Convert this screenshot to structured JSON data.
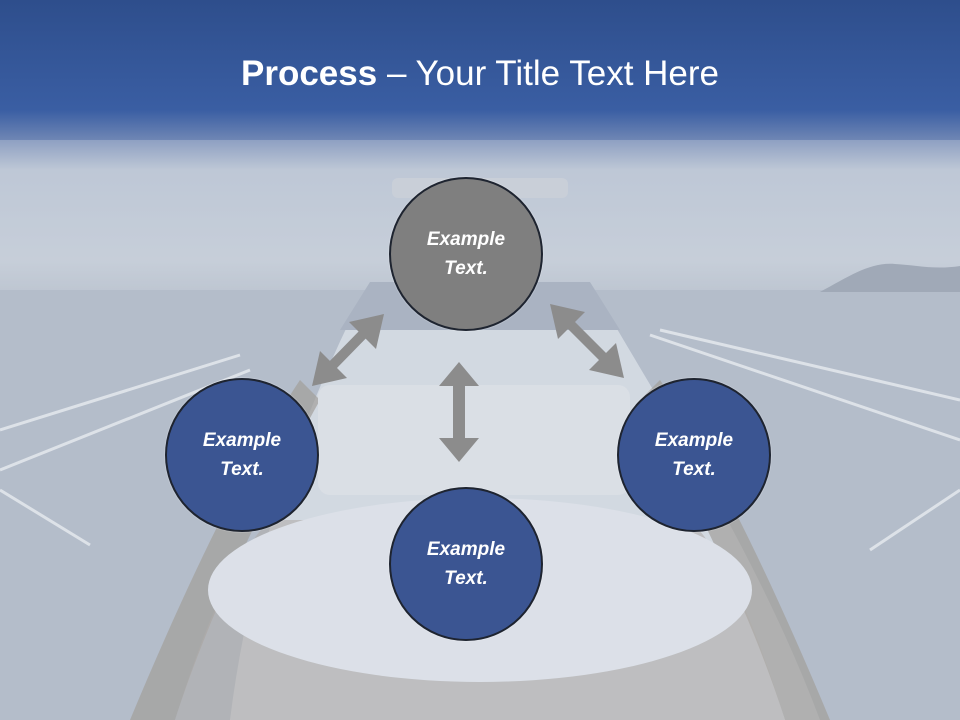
{
  "title": {
    "bold": "Process",
    "rest": " – Your Title Text Here"
  },
  "nodes": {
    "top": {
      "text": "Example\nText."
    },
    "left": {
      "text": "Example\nText."
    },
    "right": {
      "text": "Example\nText."
    },
    "bottom": {
      "text": "Example\nText."
    }
  },
  "colors": {
    "accent_node": "#3b5592",
    "top_node": "#7f7f7f",
    "arrow": "#8c8c8c",
    "header": "#2e4e8c"
  }
}
